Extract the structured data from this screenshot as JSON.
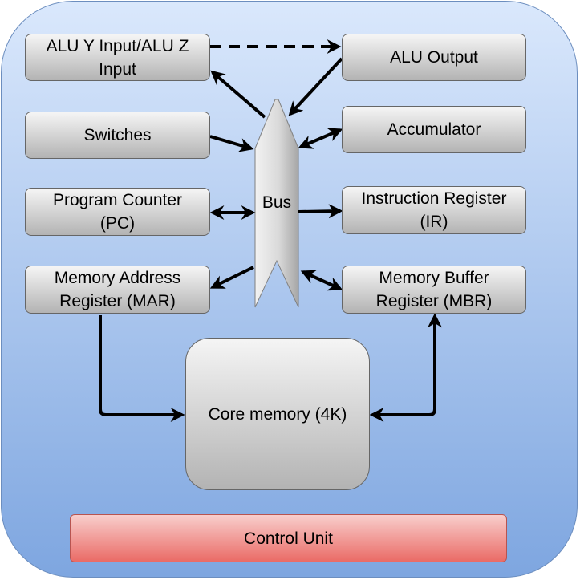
{
  "diagram": {
    "title": "Computer architecture block diagram",
    "bus_label": "Bus",
    "blocks": {
      "alu_input": "ALU Y Input/ALU Z\nInput",
      "alu_output": "ALU Output",
      "switches": "Switches",
      "accumulator": "Accumulator",
      "program_counter": "Program Counter\n(PC)",
      "instruction_register": "Instruction Register\n(IR)",
      "mar": "Memory Address\nRegister (MAR)",
      "mbr": "Memory Buffer\nRegister (MBR)",
      "core_memory": "Core memory (4K)",
      "control_unit": "Control Unit"
    },
    "connections": [
      {
        "from": "alu_input",
        "to": "alu_output",
        "style": "dashed",
        "direction": "one-way"
      },
      {
        "from": "bus",
        "to": "alu_input",
        "style": "solid",
        "direction": "one-way"
      },
      {
        "from": "alu_output",
        "to": "bus",
        "style": "solid",
        "direction": "one-way"
      },
      {
        "from": "switches",
        "to": "bus",
        "style": "solid",
        "direction": "one-way"
      },
      {
        "from": "bus",
        "to": "accumulator",
        "style": "solid",
        "direction": "two-way"
      },
      {
        "from": "bus",
        "to": "program_counter",
        "style": "solid",
        "direction": "two-way"
      },
      {
        "from": "bus",
        "to": "instruction_register",
        "style": "solid",
        "direction": "one-way"
      },
      {
        "from": "bus",
        "to": "mar",
        "style": "solid",
        "direction": "one-way"
      },
      {
        "from": "bus",
        "to": "mbr",
        "style": "solid",
        "direction": "two-way"
      },
      {
        "from": "mar",
        "to": "core_memory",
        "style": "solid",
        "direction": "one-way"
      },
      {
        "from": "core_memory",
        "to": "mbr",
        "style": "solid",
        "direction": "two-way"
      }
    ],
    "colors": {
      "frame_top": "#dae8fc",
      "frame_bottom": "#7ea6e0",
      "block_top": "#f5f5f5",
      "block_bottom": "#b3b3b3",
      "control_top": "#f8cecc",
      "control_bottom": "#ea6b66"
    }
  }
}
